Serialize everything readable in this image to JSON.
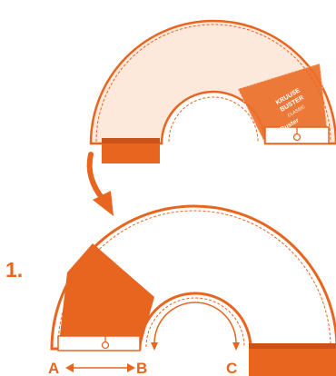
{
  "colors": {
    "accent": "#e8651f",
    "accent_light": "#fce7db",
    "accent_mid": "#f2a57a",
    "accent_dark": "#c9521a",
    "background": "#ffffff"
  },
  "step_label": "1.",
  "points": {
    "a": "A",
    "b": "B",
    "c": "C"
  },
  "product_print": [
    "KRUUSE",
    "BUSTER",
    "CLASSIC",
    "Buster"
  ]
}
